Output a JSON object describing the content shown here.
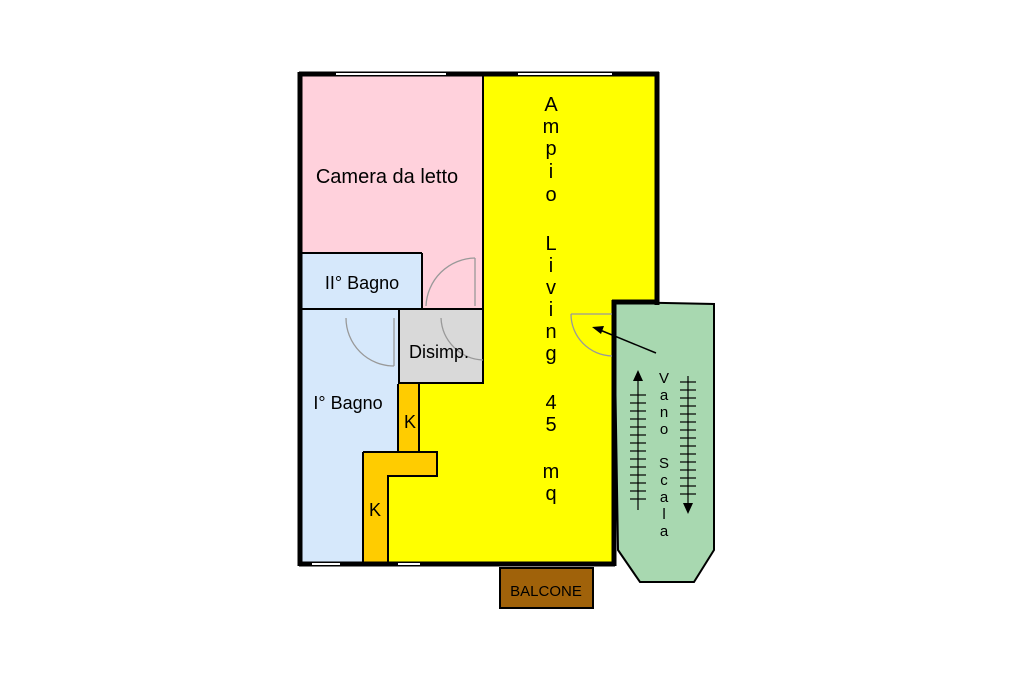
{
  "rooms": {
    "bedroom": "Camera da letto",
    "bath2": "II° Bagno",
    "bath1": "I° Bagno",
    "hall": "Disimp.",
    "kitchen_upper": "K",
    "kitchen_lower": "K",
    "balcony": "BALCONE"
  },
  "living": {
    "line1": [
      "A",
      "m",
      "p",
      "i",
      "o"
    ],
    "line2": [
      "L",
      "i",
      "v",
      "i",
      "n",
      "g"
    ],
    "line3": [
      "4",
      "5"
    ],
    "line4": [
      "m",
      "q"
    ]
  },
  "stair": {
    "letters": [
      "V",
      "a",
      "n",
      "o",
      "S",
      "c",
      "a",
      "l",
      "a"
    ]
  },
  "colors": {
    "bedroom": "#ffd1dc",
    "bathrooms": "#d6e8fb",
    "living": "#ffff00",
    "hall": "#d9d9d9",
    "kitchen": "#ffcc00",
    "stair": "#a8d8b0",
    "balcony": "#a0620a",
    "walls": "#000000"
  }
}
